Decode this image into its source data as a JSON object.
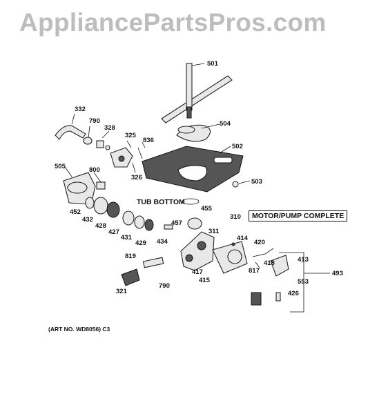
{
  "watermark": "AppliancePartsPros.com",
  "labels": {
    "p501": "501",
    "p504": "504",
    "p502": "502",
    "p503": "503",
    "p332": "332",
    "p790a": "790",
    "p328": "328",
    "p325": "325",
    "p836": "836",
    "p326": "326",
    "p505": "505",
    "p800": "800",
    "p452": "452",
    "p432": "432",
    "p428": "428",
    "p427": "427",
    "p431": "431",
    "p429": "429",
    "p434": "434",
    "p457": "457",
    "p455": "455",
    "p311": "311",
    "p310": "310",
    "motor_pump": "MOTOR/PUMP COMPLETE",
    "tub_bottom": "TUB BOTTOM",
    "p414": "414",
    "p420": "420",
    "p418": "418",
    "p413": "413",
    "p493": "493",
    "p553": "553",
    "p817": "817",
    "p417": "417",
    "p415": "415",
    "p426": "426",
    "p819": "819",
    "p790b": "790",
    "p321": "321"
  },
  "art_number": "(ART NO. WD8056) C3"
}
